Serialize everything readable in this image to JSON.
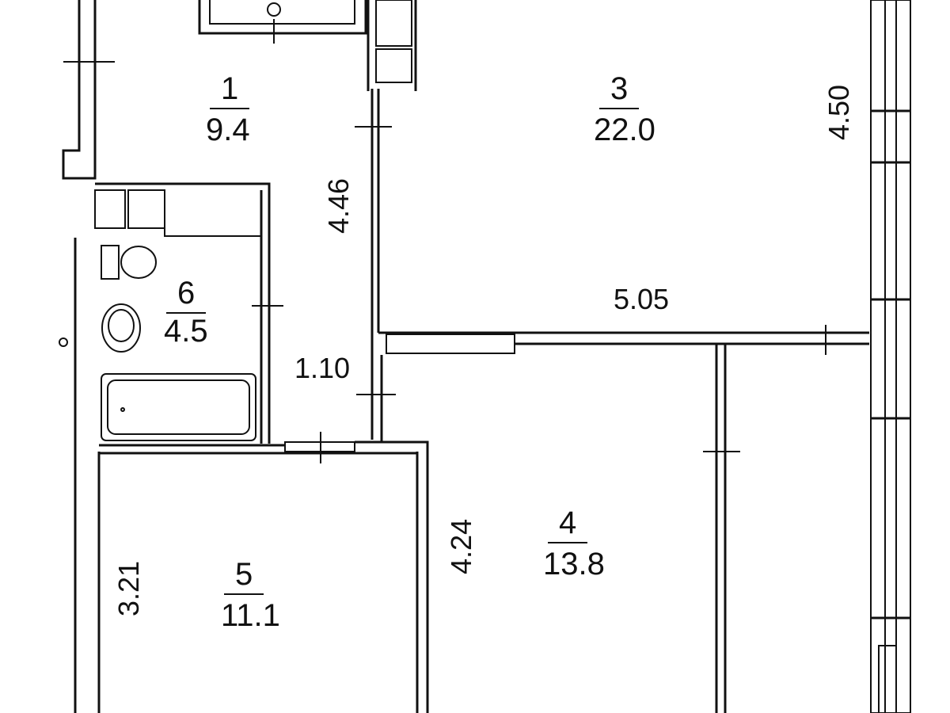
{
  "rooms": [
    {
      "number": "1",
      "area": "9.4"
    },
    {
      "number": "3",
      "area": "22.0"
    },
    {
      "number": "6",
      "area": "4.5"
    },
    {
      "number": "4",
      "area": "13.8"
    },
    {
      "number": "5",
      "area": "11.1"
    }
  ],
  "dimensions": {
    "corridor_length": "4.46",
    "room3_width": "5.05",
    "room3_depth": "4.50",
    "hall_width": "1.10",
    "room4_depth": "4.24",
    "room5_depth": "3.21"
  }
}
